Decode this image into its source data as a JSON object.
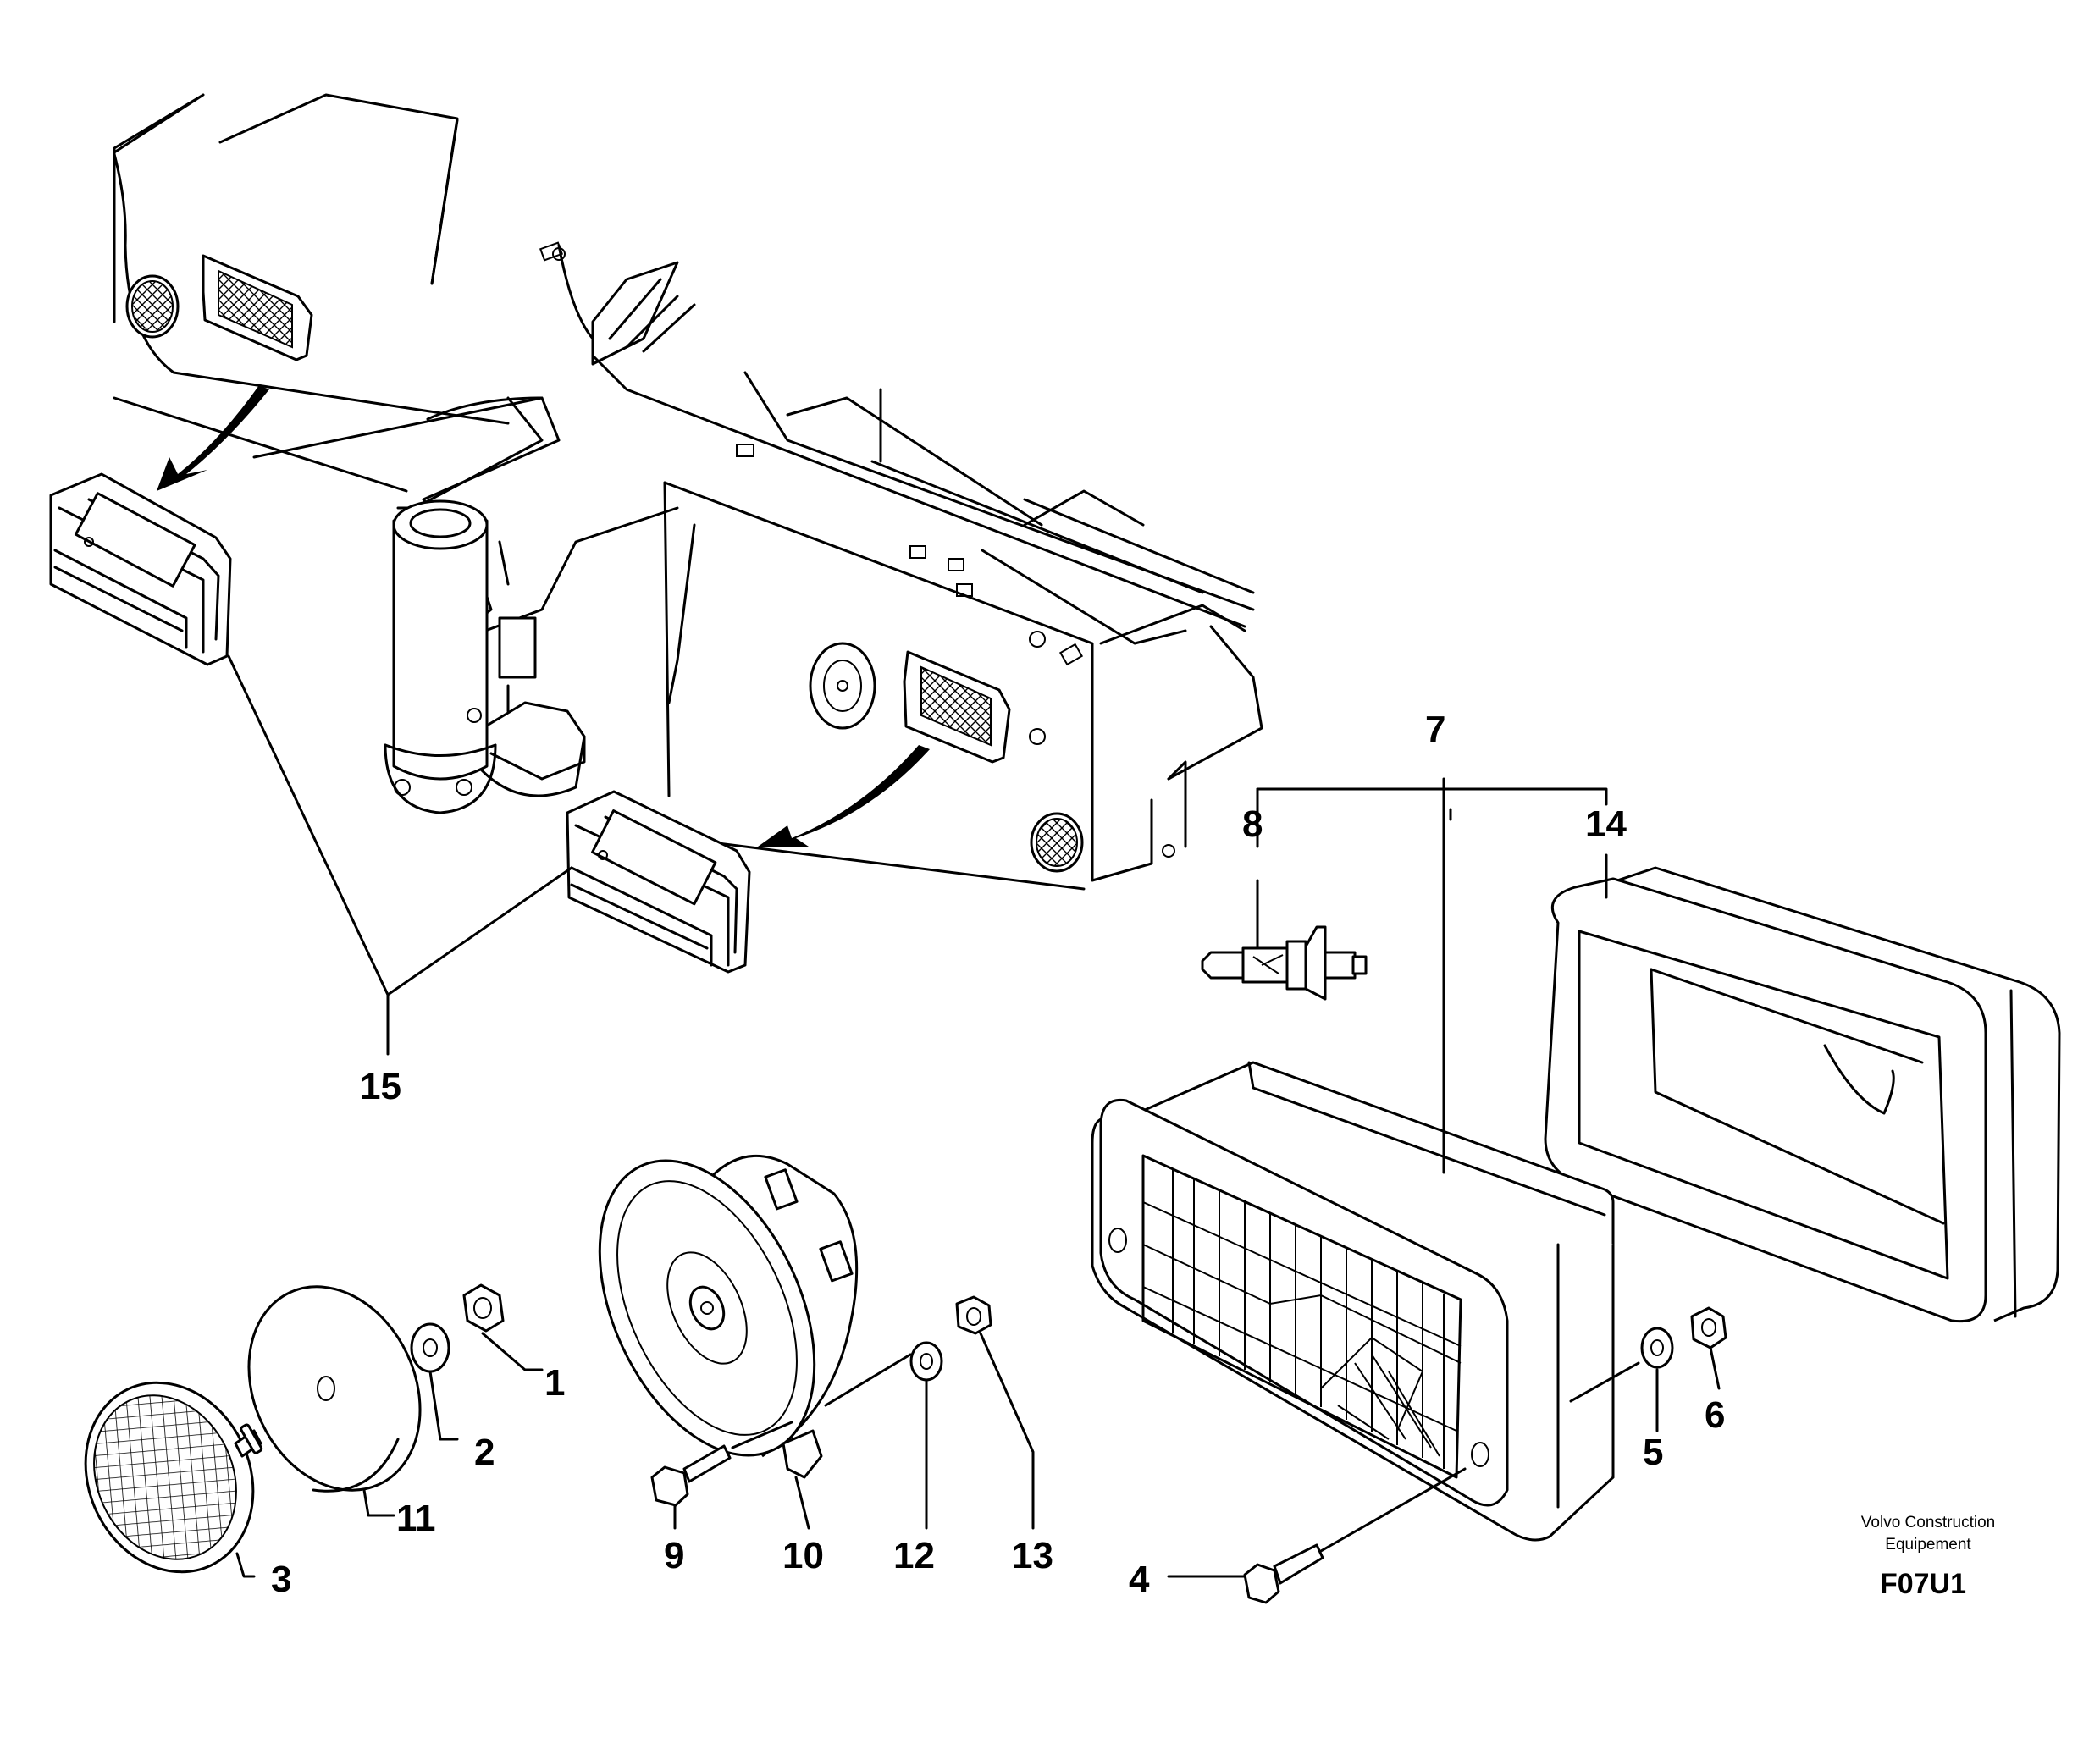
{
  "callouts": {
    "c1": "1",
    "c2": "2",
    "c3": "3",
    "c4": "4",
    "c5": "5",
    "c6": "6",
    "c7": "7",
    "c8": "8",
    "c9": "9",
    "c10": "10",
    "c11": "11",
    "c12": "12",
    "c13": "13",
    "c14": "14",
    "c15": "15"
  },
  "credit": {
    "line1": "Volvo Construction",
    "line2": "Equipement"
  },
  "figure_code": "F07U1"
}
